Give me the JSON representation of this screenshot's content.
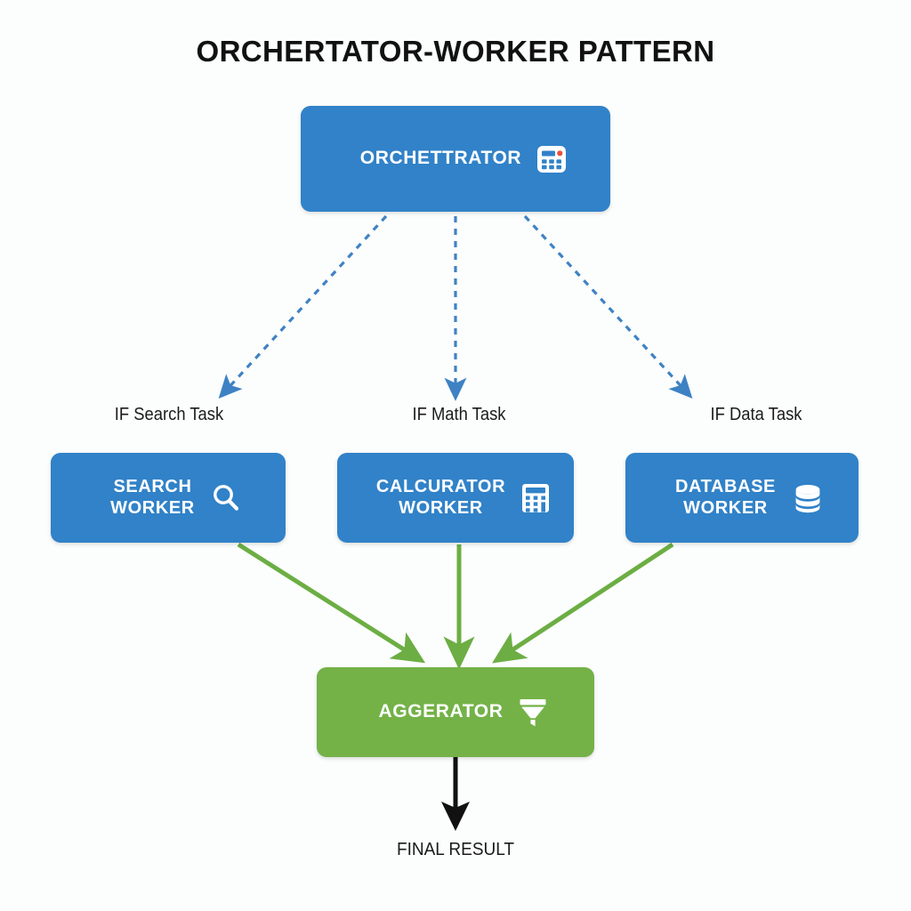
{
  "diagram": {
    "title": "ORCHERTATOR-WORKER PATTERN",
    "background_color": "#fcfdfd",
    "colors": {
      "node_blue": "#3182c8",
      "node_green": "#74b248",
      "dashed_edge_blue": "#3e82c4",
      "solid_edge_green": "#6cae43",
      "final_edge_black": "#111111",
      "node_text": "#ffffff",
      "label_text": "#1b1b1b"
    }
  },
  "nodes": {
    "orchestrator": {
      "label": "ORCHETTRATOR",
      "icon": "calculator-icon",
      "color": "#3182c8"
    },
    "search_worker": {
      "label": "SEARCH\nWORKER",
      "icon": "magnifier-icon",
      "color": "#3182c8"
    },
    "calculator_worker": {
      "label": "CALCURATOR\nWORKER",
      "icon": "calculator-icon",
      "color": "#3182c8"
    },
    "database_worker": {
      "label": "DATABASE\nWORKER",
      "icon": "database-icon",
      "color": "#3182c8"
    },
    "aggregator": {
      "label": "AGGERATOR",
      "icon": "funnel-icon",
      "color": "#74b248"
    }
  },
  "conditions": {
    "search": "IF Search Task",
    "math": "IF Math Task",
    "data": "IF Data Task"
  },
  "outputs": {
    "final_result": "FINAL RESULT"
  },
  "edges": [
    {
      "from": "orchestrator",
      "to": "search_worker",
      "style": "dashed",
      "color": "#3e82c4",
      "label": "IF Search Task"
    },
    {
      "from": "orchestrator",
      "to": "calculator_worker",
      "style": "dashed",
      "color": "#3e82c4",
      "label": "IF Math Task"
    },
    {
      "from": "orchestrator",
      "to": "database_worker",
      "style": "dashed",
      "color": "#3e82c4",
      "label": "IF Data Task"
    },
    {
      "from": "search_worker",
      "to": "aggregator",
      "style": "solid",
      "color": "#6cae43",
      "label": ""
    },
    {
      "from": "calculator_worker",
      "to": "aggregator",
      "style": "solid",
      "color": "#6cae43",
      "label": ""
    },
    {
      "from": "database_worker",
      "to": "aggregator",
      "style": "solid",
      "color": "#6cae43",
      "label": ""
    },
    {
      "from": "aggregator",
      "to": "final_result",
      "style": "solid",
      "color": "#111111",
      "label": ""
    }
  ]
}
